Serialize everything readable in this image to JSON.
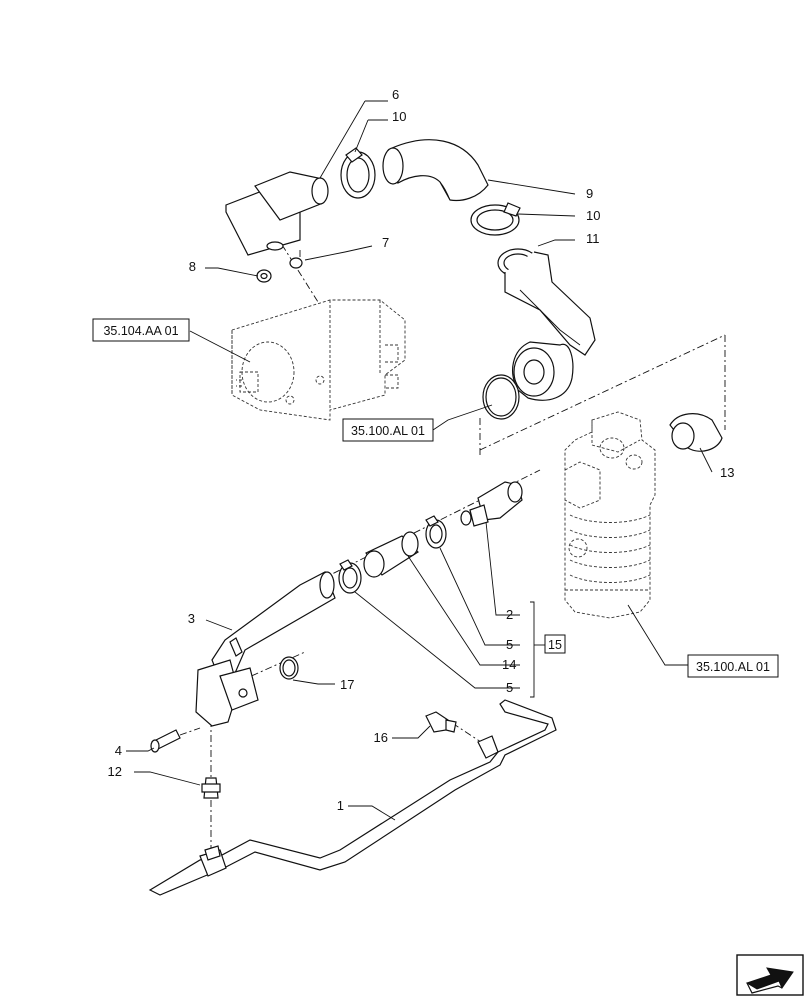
{
  "callouts": [
    "6",
    "10",
    "9",
    "10",
    "11",
    "7",
    "8",
    "13",
    "3",
    "2",
    "5",
    "14",
    "5",
    "17",
    "16",
    "4",
    "12",
    "1"
  ],
  "ref_boxes": [
    "35.104.AA 01",
    "35.100.AL 01",
    "35.100.AL 01",
    "15"
  ],
  "nav": {
    "icon": "next-page-arrow-icon"
  }
}
